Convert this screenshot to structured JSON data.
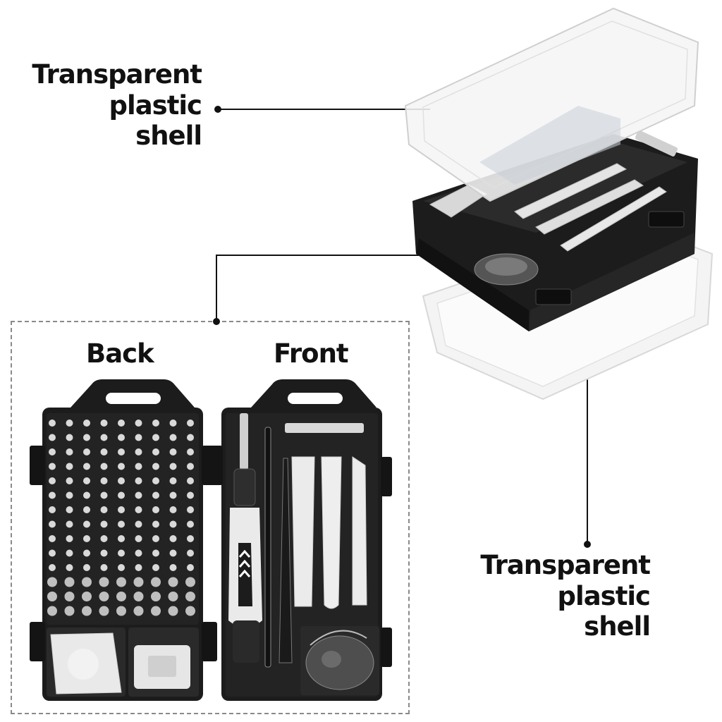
{
  "labels": {
    "top_shell": [
      "Transparent",
      "plastic",
      "shell"
    ],
    "bottom_shell": [
      "Transparent",
      "plastic",
      "shell"
    ],
    "back": "Back",
    "front": "Front"
  },
  "colors": {
    "case_black": "#1c1c1c",
    "case_dark": "#2b2b2b",
    "tool_white": "#e6e6e6",
    "shell_clear": "#f2f2f2",
    "leader_line": "#111111"
  }
}
